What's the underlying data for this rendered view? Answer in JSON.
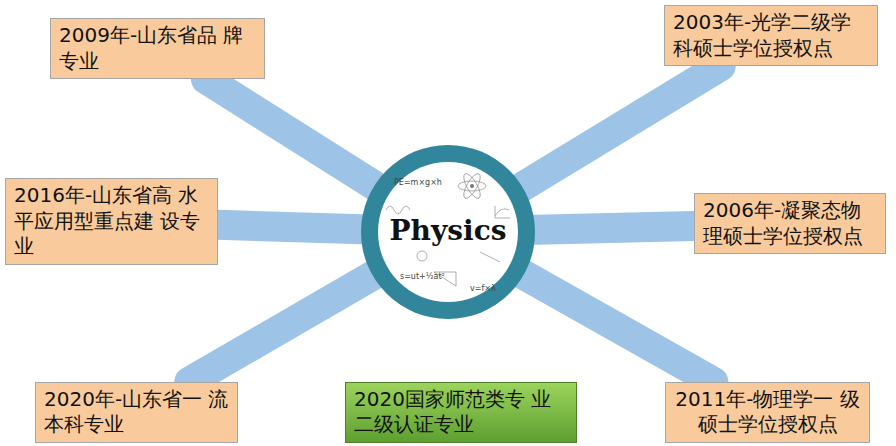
{
  "diagram": {
    "nodes": [
      {
        "text": [
          "Physics"
        ]
      },
      {
        "text": [
          "2009年-山东省品 牌专业"
        ]
      },
      {
        "text": [
          "2003年-光学二级学 科硕士学位授权点"
        ]
      },
      {
        "text": [
          "2016年-山东省高 水平应用型重点建 设专业"
        ]
      },
      {
        "text": [
          "2006年-凝聚态物 理硕士学位授权点"
        ]
      },
      {
        "text": [
          "2020年-山东省一 流本科专业"
        ]
      },
      {
        "text": [
          "2020国家师范类专 业二级认证专业"
        ]
      },
      {
        "text": [
          "2011年-物理学一 级硕士学位授权点"
        ]
      }
    ],
    "edges": [
      {
        "from": 0,
        "to": 1,
        "arrow": "none"
      },
      {
        "from": 0,
        "to": 2,
        "arrow": "none"
      },
      {
        "from": 0,
        "to": 3,
        "arrow": "none"
      },
      {
        "from": 0,
        "to": 4,
        "arrow": "none"
      },
      {
        "from": 0,
        "to": 5,
        "arrow": "none"
      },
      {
        "from": 0,
        "to": 7,
        "arrow": "none"
      }
    ],
    "labels": [
      "PE=m×g×h",
      "s=ut+½at²",
      "v=f×λ"
    ]
  }
}
